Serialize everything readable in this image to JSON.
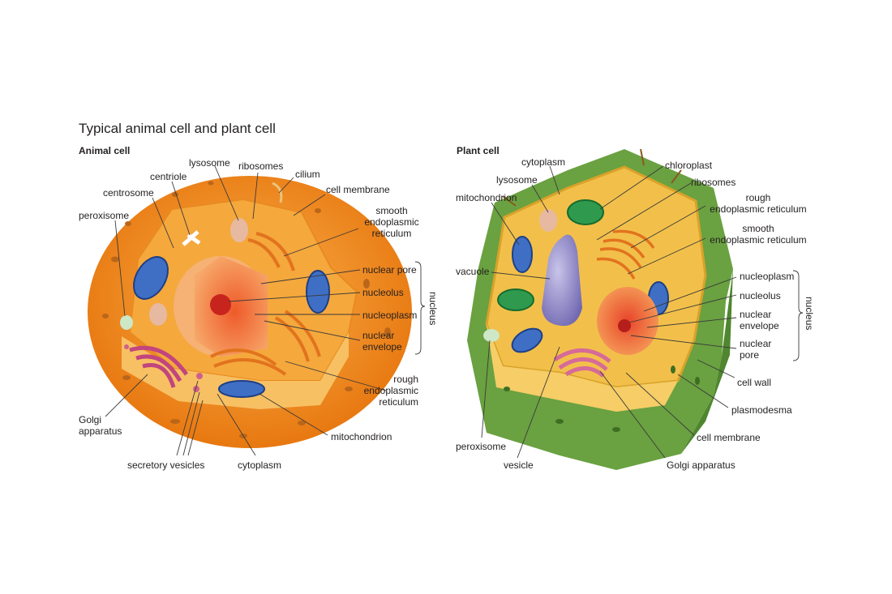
{
  "title": "Typical animal cell and plant cell",
  "animal": {
    "heading": "Animal cell",
    "labels": {
      "lysosome": "lysosome",
      "ribosomes": "ribosomes",
      "centriole": "centriole",
      "cilium": "cilium",
      "centrosome": "centrosome",
      "cell_membrane": "cell membrane",
      "peroxisome": "peroxisome",
      "smooth_er": "smooth\nendoplasmic\nreticulum",
      "nuclear_pore": "nuclear pore",
      "nucleolus": "nucleolus",
      "nucleoplasm": "nucleoplasm",
      "nuclear_envelope": "nuclear\nenvelope",
      "nucleus_bracket": "nucleus",
      "rough_er": "rough\nendoplasmic\nreticulum",
      "golgi": "Golgi\napparatus",
      "mitochondrion": "mitochondrion",
      "secretory_vesicles": "secretory vesicles",
      "cytoplasm": "cytoplasm"
    }
  },
  "plant": {
    "heading": "Plant cell",
    "labels": {
      "cytoplasm": "cytoplasm",
      "chloroplast": "chloroplast",
      "lysosome": "lysosome",
      "ribosomes": "ribosomes",
      "mitochondrion": "mitochondrion",
      "rough_er": "rough\nendoplasmic reticulum",
      "smooth_er": "smooth\nendoplasmic reticulum",
      "vacuole": "vacuole",
      "nucleoplasm": "nucleoplasm",
      "nucleolus": "nucleolus",
      "nuclear_envelope": "nuclear\nenvelope",
      "nuclear_pore": "nuclear\npore",
      "nucleus_bracket": "nucleus",
      "cell_wall": "cell wall",
      "plasmodesma": "plasmodesma",
      "cell_membrane": "cell membrane",
      "peroxisome": "peroxisome",
      "vesicle": "vesicle",
      "golgi": "Golgi apparatus"
    }
  },
  "colors": {
    "animal_outer": "#f08a1c",
    "animal_inner": "#f7b54a",
    "nucleus": "#f39b56",
    "nucleolus": "#d8322a",
    "mitochondria": "#3f6fc4",
    "golgi": "#c2457e",
    "plant_wall": "#6aa141",
    "plant_cyto": "#f2c04a",
    "vacuole": "#8c86c4",
    "chloroplast": "#2f9a4e"
  }
}
